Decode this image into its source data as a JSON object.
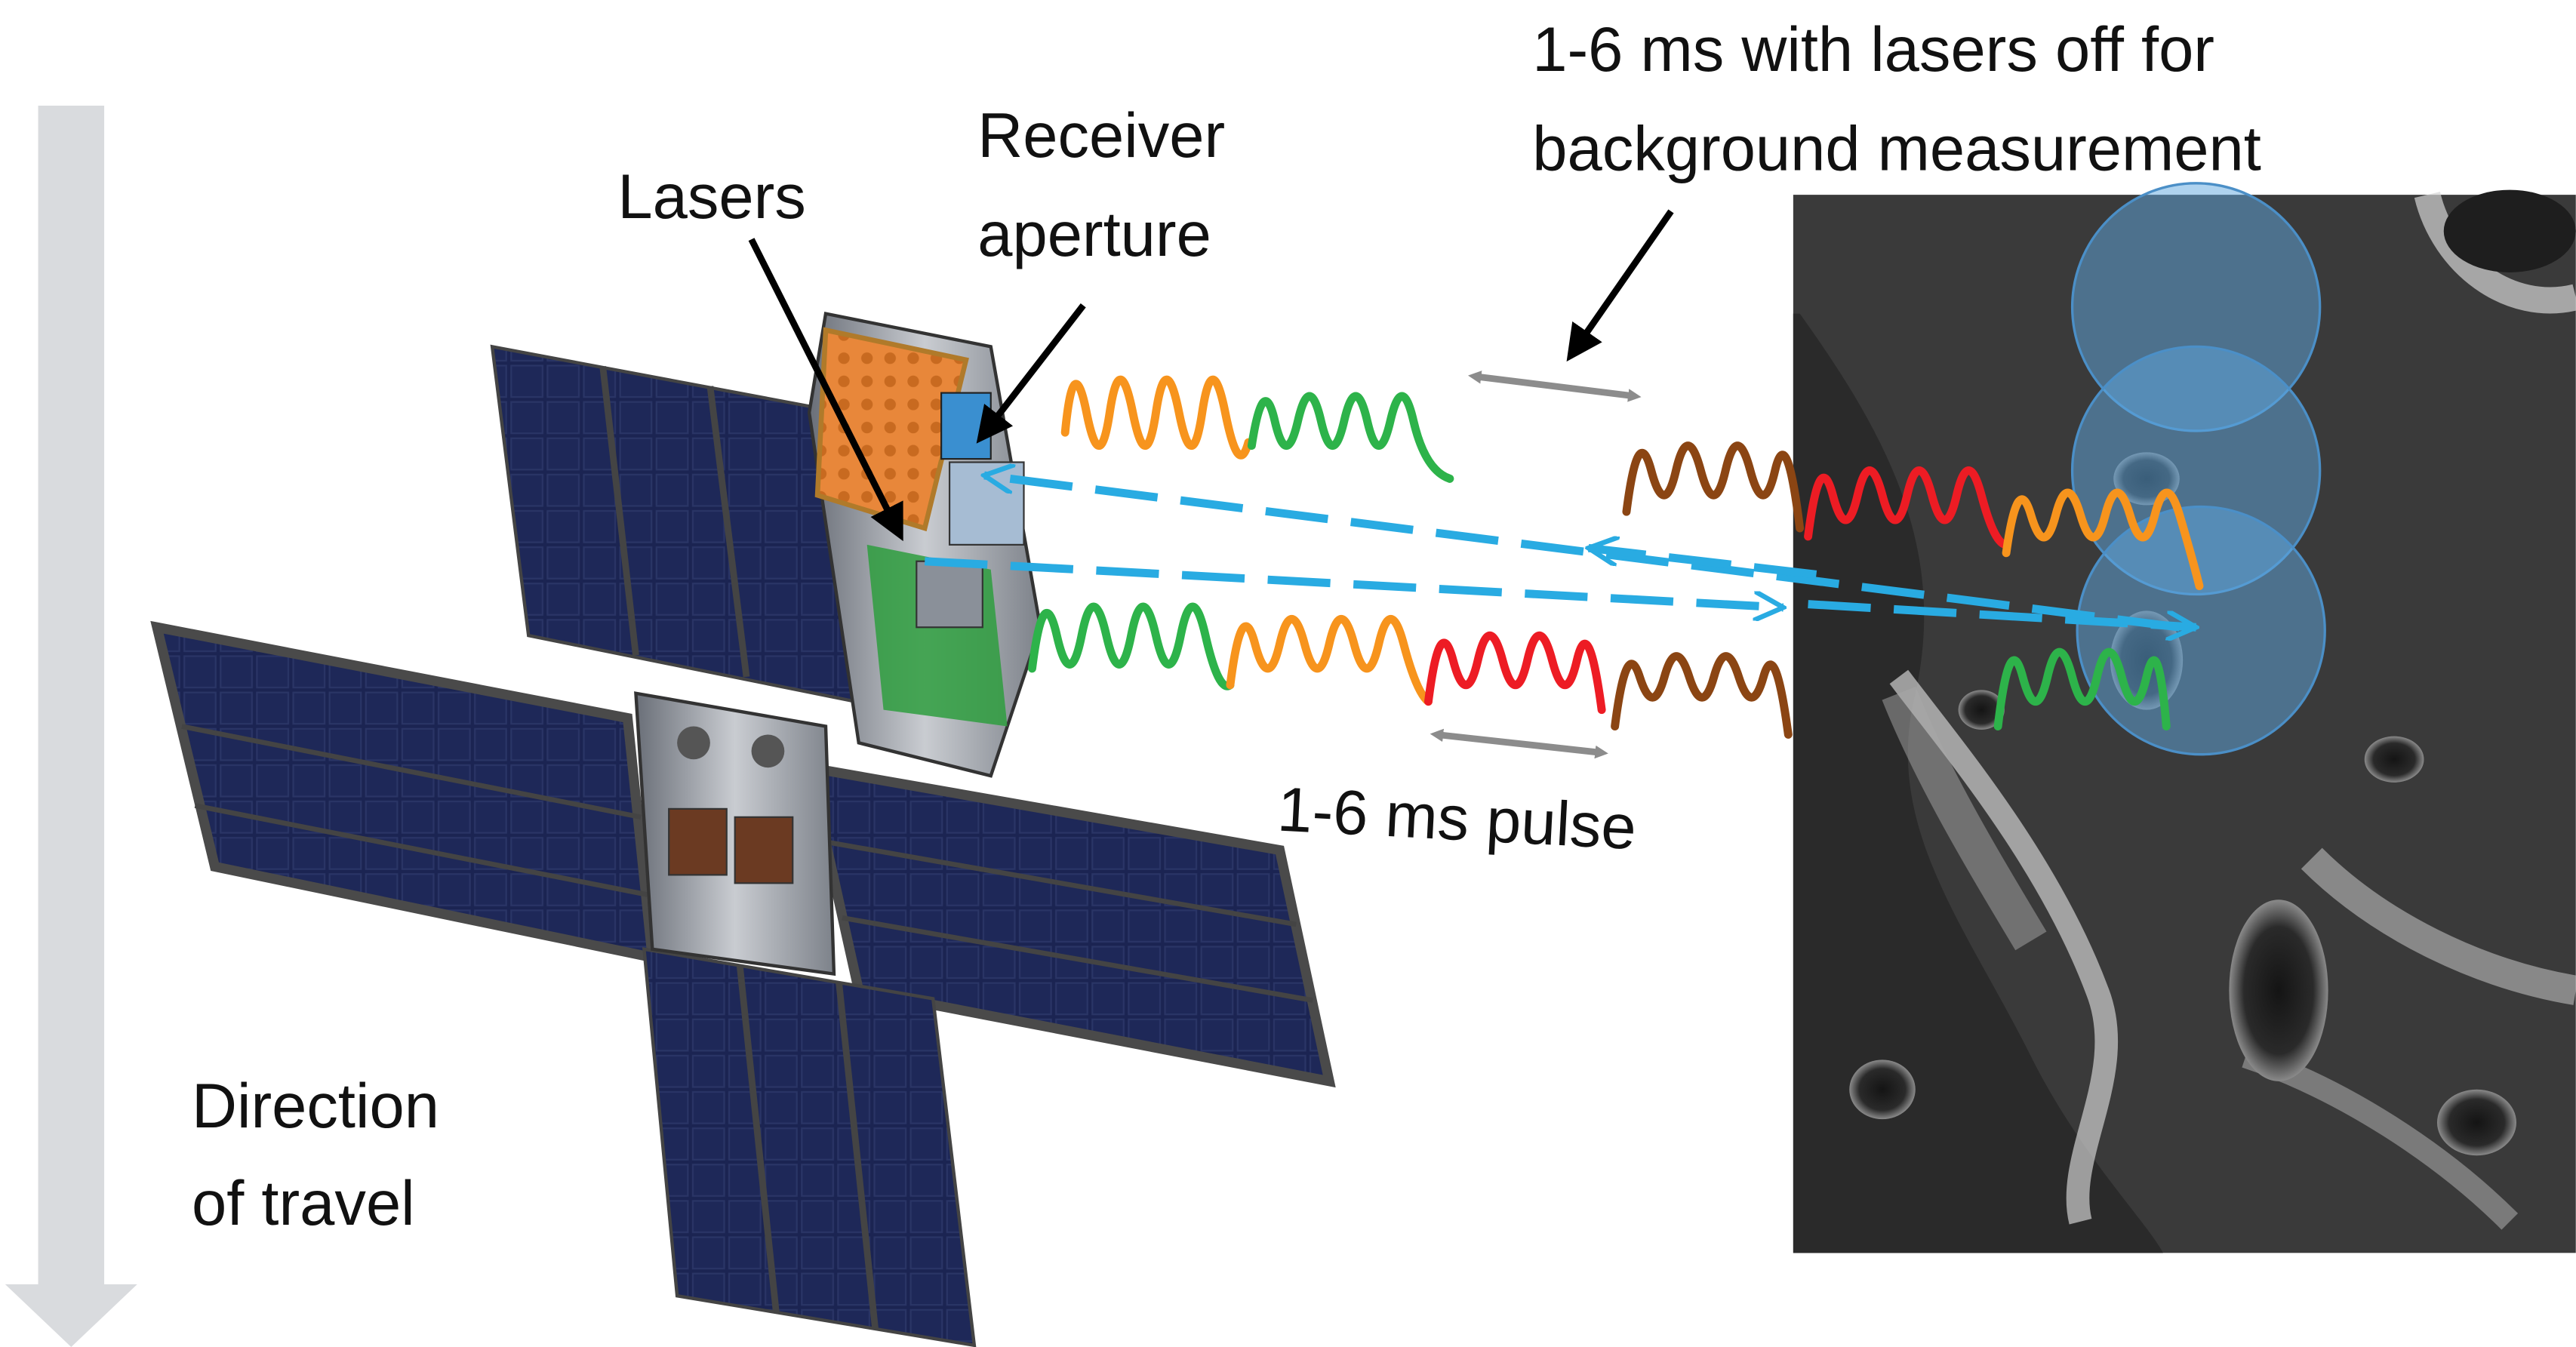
{
  "labels": {
    "lasers": "Lasers",
    "receiver_line1": "Receiver",
    "receiver_line2": "aperture",
    "background_line1": "1-6 ms with lasers off for",
    "background_line2": "background measurement",
    "pulse": "1-6 ms pulse",
    "direction_line1": "Direction",
    "direction_line2": "of travel"
  },
  "colors": {
    "laser_green": "#2db34a",
    "laser_orange": "#f7941d",
    "laser_red": "#ed1c24",
    "laser_brown": "#8b4513",
    "beam_blue": "#29abe2",
    "panel": "#1b2452",
    "surface": "#3a3a3a",
    "direction_arrow": "#d9dbde",
    "gray_arrow": "#8c8c8c"
  },
  "icons": {
    "spacecraft": "cubesat-icon",
    "surface": "lunar-surface-image",
    "footprints": "laser-footprint-circles"
  }
}
